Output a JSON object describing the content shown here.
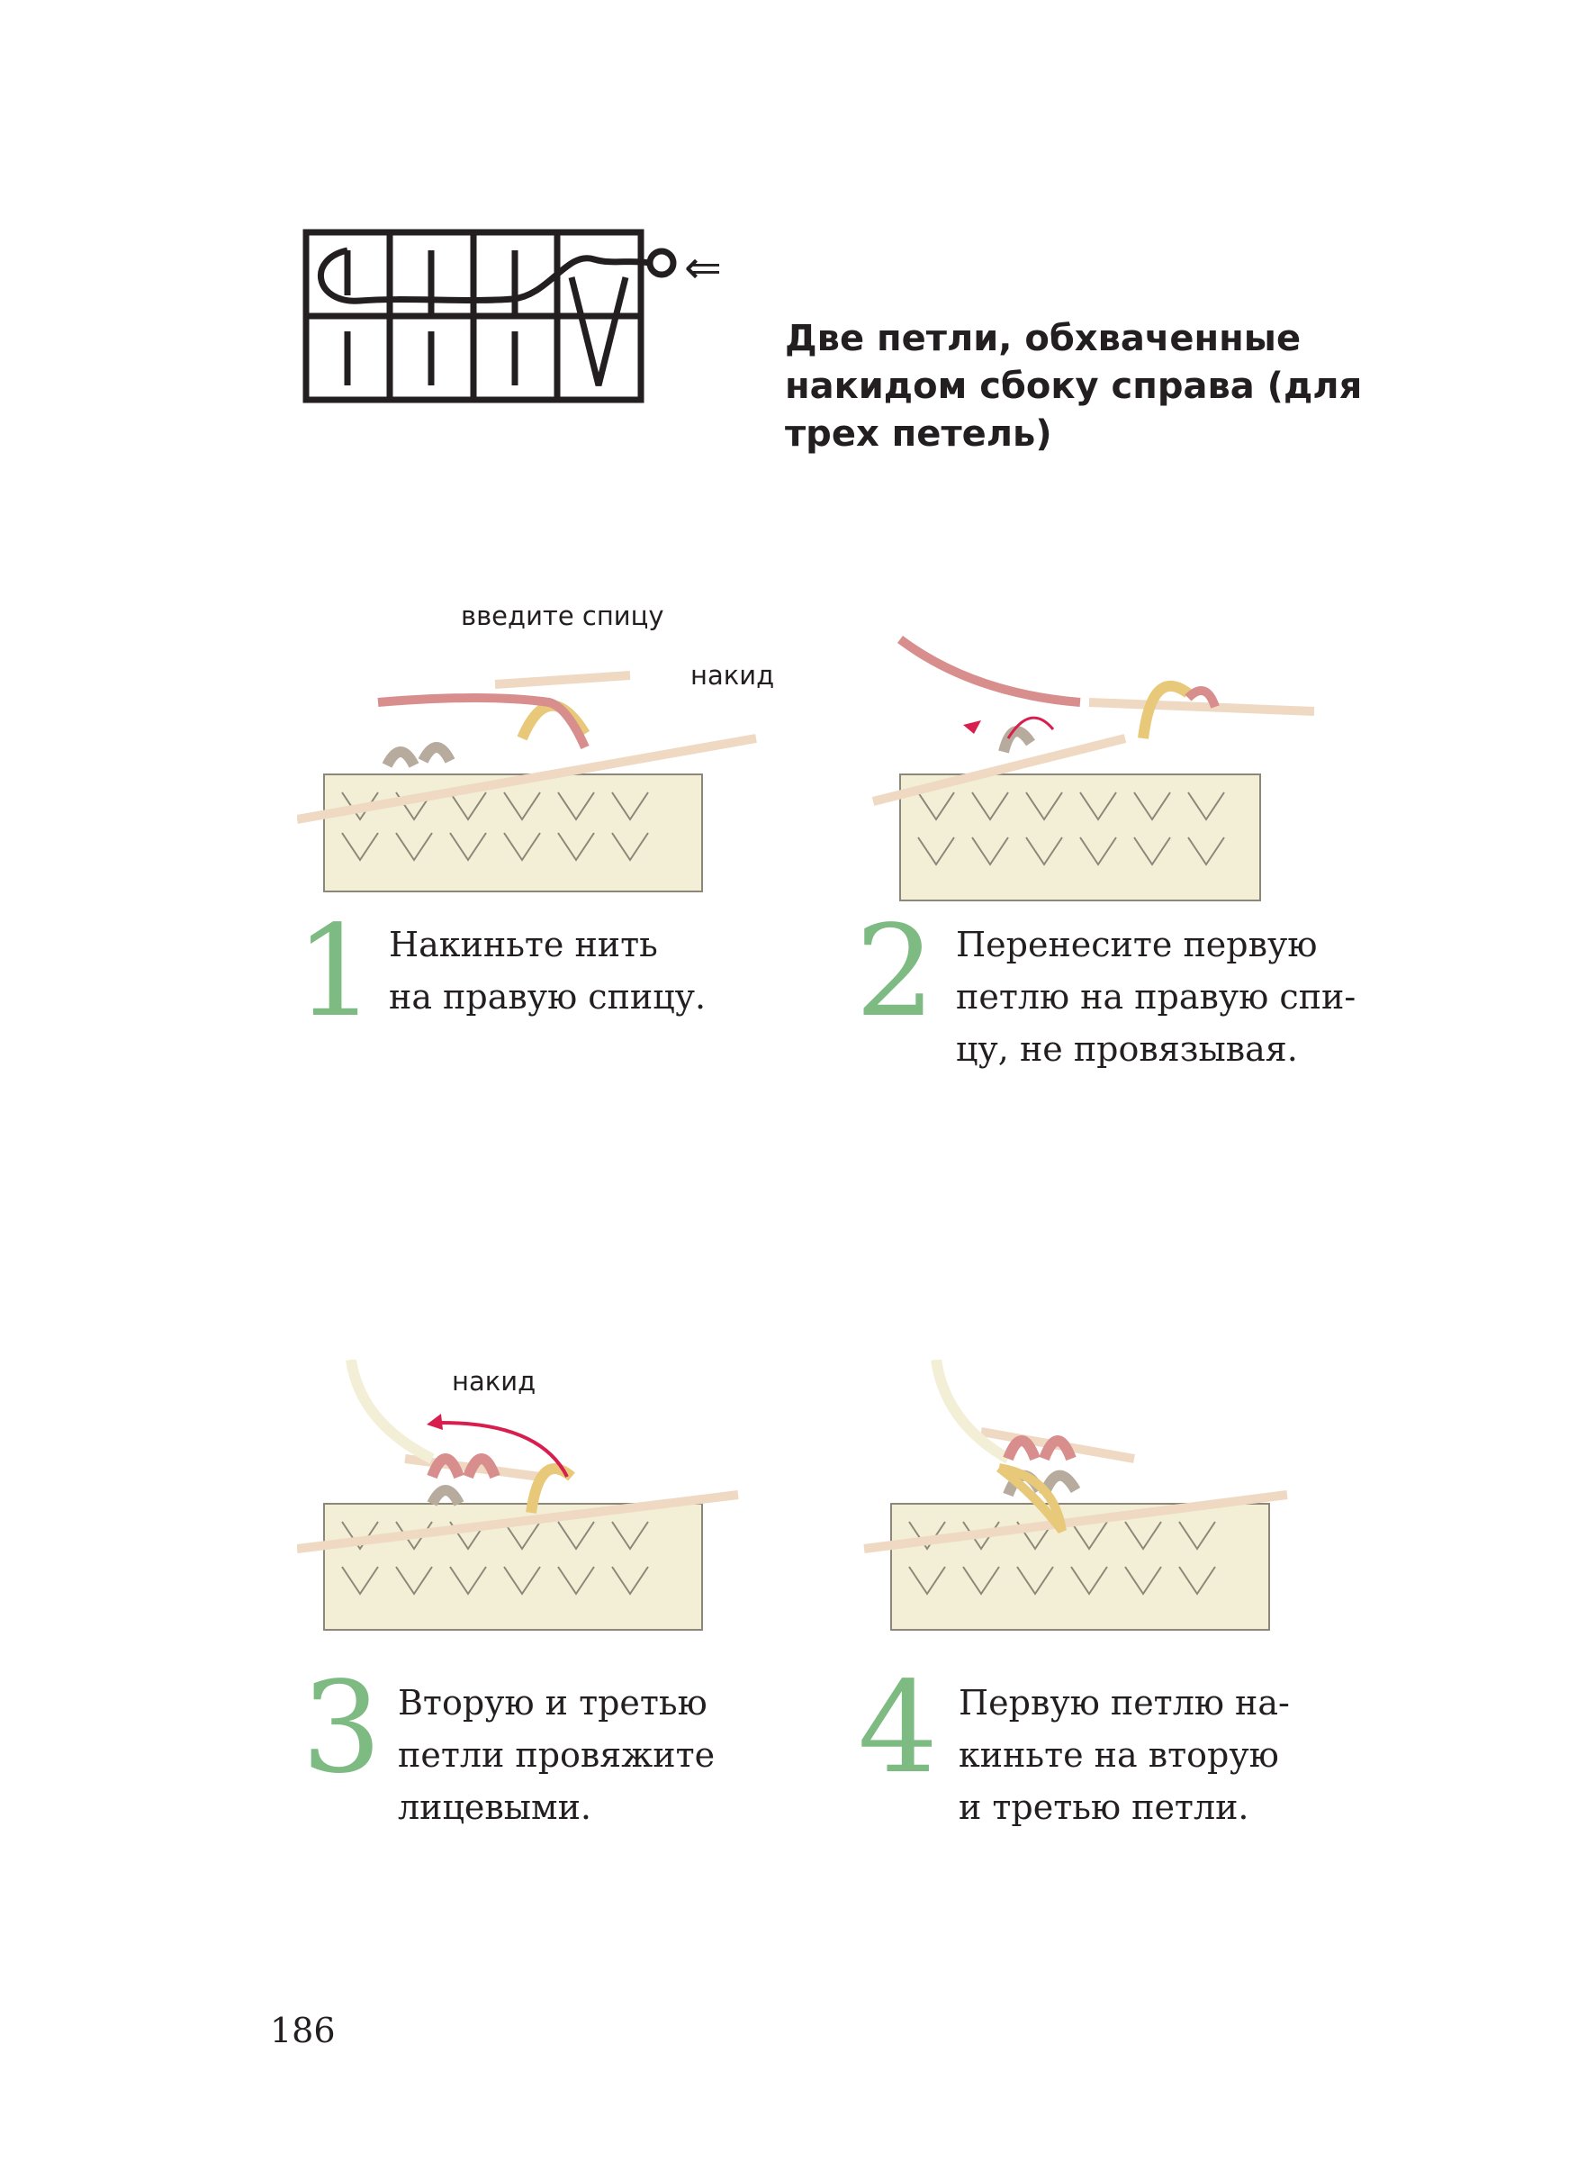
{
  "title": "Две петли, обхваченные накидом сбоку справа (для трех петель)",
  "symbol_arrow": "⇐",
  "steps": [
    {
      "number": "1",
      "text_lines": [
        "Накиньте нить",
        "на правую спицу."
      ]
    },
    {
      "number": "2",
      "text_lines": [
        "Перенесите первую",
        "петлю на правую спи-",
        "цу, не провязывая."
      ]
    },
    {
      "number": "3",
      "text_lines": [
        "Вторую и третью",
        "петли провяжите",
        "лицевыми."
      ]
    },
    {
      "number": "4",
      "text_lines": [
        "Первую петлю на-",
        "киньте на вторую",
        "и третью петли."
      ]
    }
  ],
  "labels": {
    "insert_needle": "введите спицу",
    "yarn_over_1": "накид",
    "yarn_over_3": "накид"
  },
  "colors": {
    "step_number": "#7dbb82",
    "yarn_cream": "#f3efd6",
    "yarn_pink": "#d98e8e",
    "yarn_taupe": "#b6ab9c",
    "yarn_yellow": "#e8c97a",
    "needle": "#efd9c2",
    "arrow_red": "#d81e4e"
  },
  "page_number": "186"
}
